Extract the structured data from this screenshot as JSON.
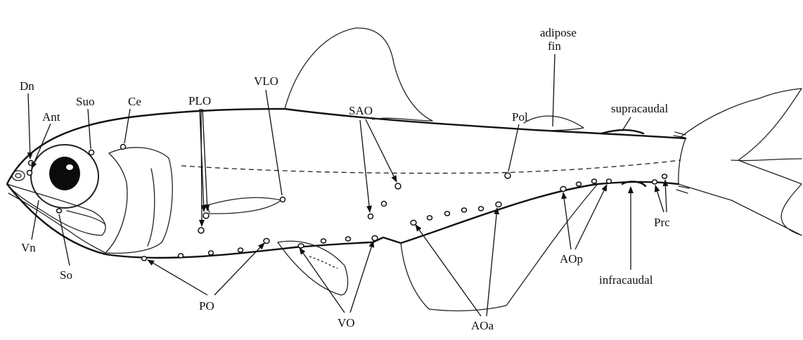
{
  "labels": {
    "dn": "Dn",
    "ant": "Ant",
    "suo": "Suo",
    "ce": "Ce",
    "plo": "PLO",
    "vlo": "VLO",
    "sao": "SAO",
    "pol": "Pol",
    "adipose_fin_line1": "adipose",
    "adipose_fin_line2": "fin",
    "supracaudal": "supracaudal",
    "vn": "Vn",
    "so": "So",
    "po": "PO",
    "vo": "VO",
    "aoa": "AOa",
    "aop": "AOp",
    "infracaudal": "infracaudal",
    "prc": "Prc"
  },
  "colors": {
    "ink": "#111111",
    "background": "#ffffff"
  }
}
